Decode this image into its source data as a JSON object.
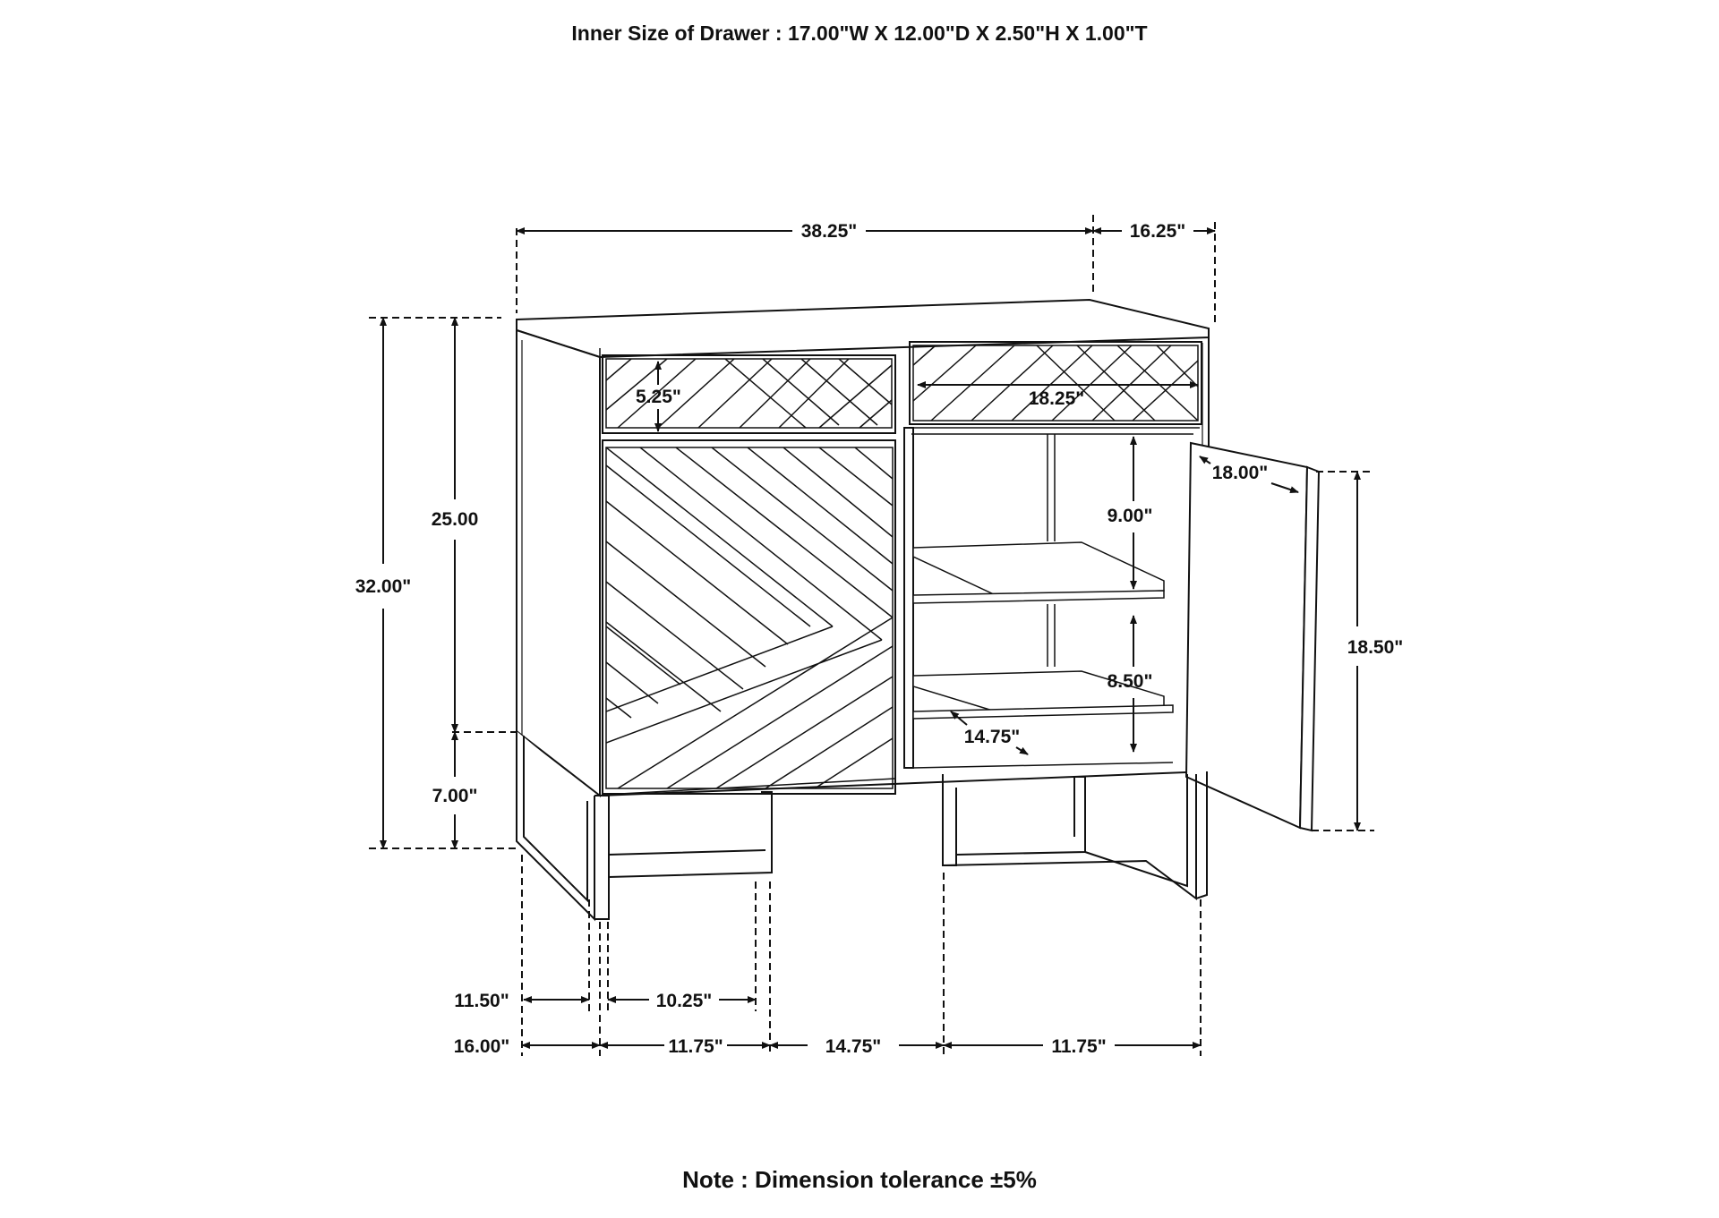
{
  "header": {
    "inner_drawer_size": "Inner Size of Drawer : 17.00\"W X 12.00\"D X 2.50\"H X 1.00\"T"
  },
  "footer": {
    "note": "Note : Dimension tolerance ±5%"
  },
  "dimensions": {
    "overall_width": "38.25\"",
    "depth": "16.25\"",
    "overall_height": "32.00\"",
    "cabinet_height": "25.00",
    "leg_height": "7.00\"",
    "drawer_front_height": "5.25\"",
    "drawer_width": "18.25\"",
    "door_depth": "18.00\"",
    "door_height": "18.50\"",
    "upper_shelf_space": "9.00\"",
    "lower_shelf_space": "8.50\"",
    "shelf_depth": "14.75\"",
    "leg_inner_side": "11.50\"",
    "leg_inner_front": "10.25\"",
    "leg_outer_side": "16.00\"",
    "leg_outer_front_left": "11.75\"",
    "leg_gap": "14.75\"",
    "leg_outer_front_right": "11.75\""
  },
  "colors": {
    "line": "#111111",
    "background": "#ffffff"
  }
}
